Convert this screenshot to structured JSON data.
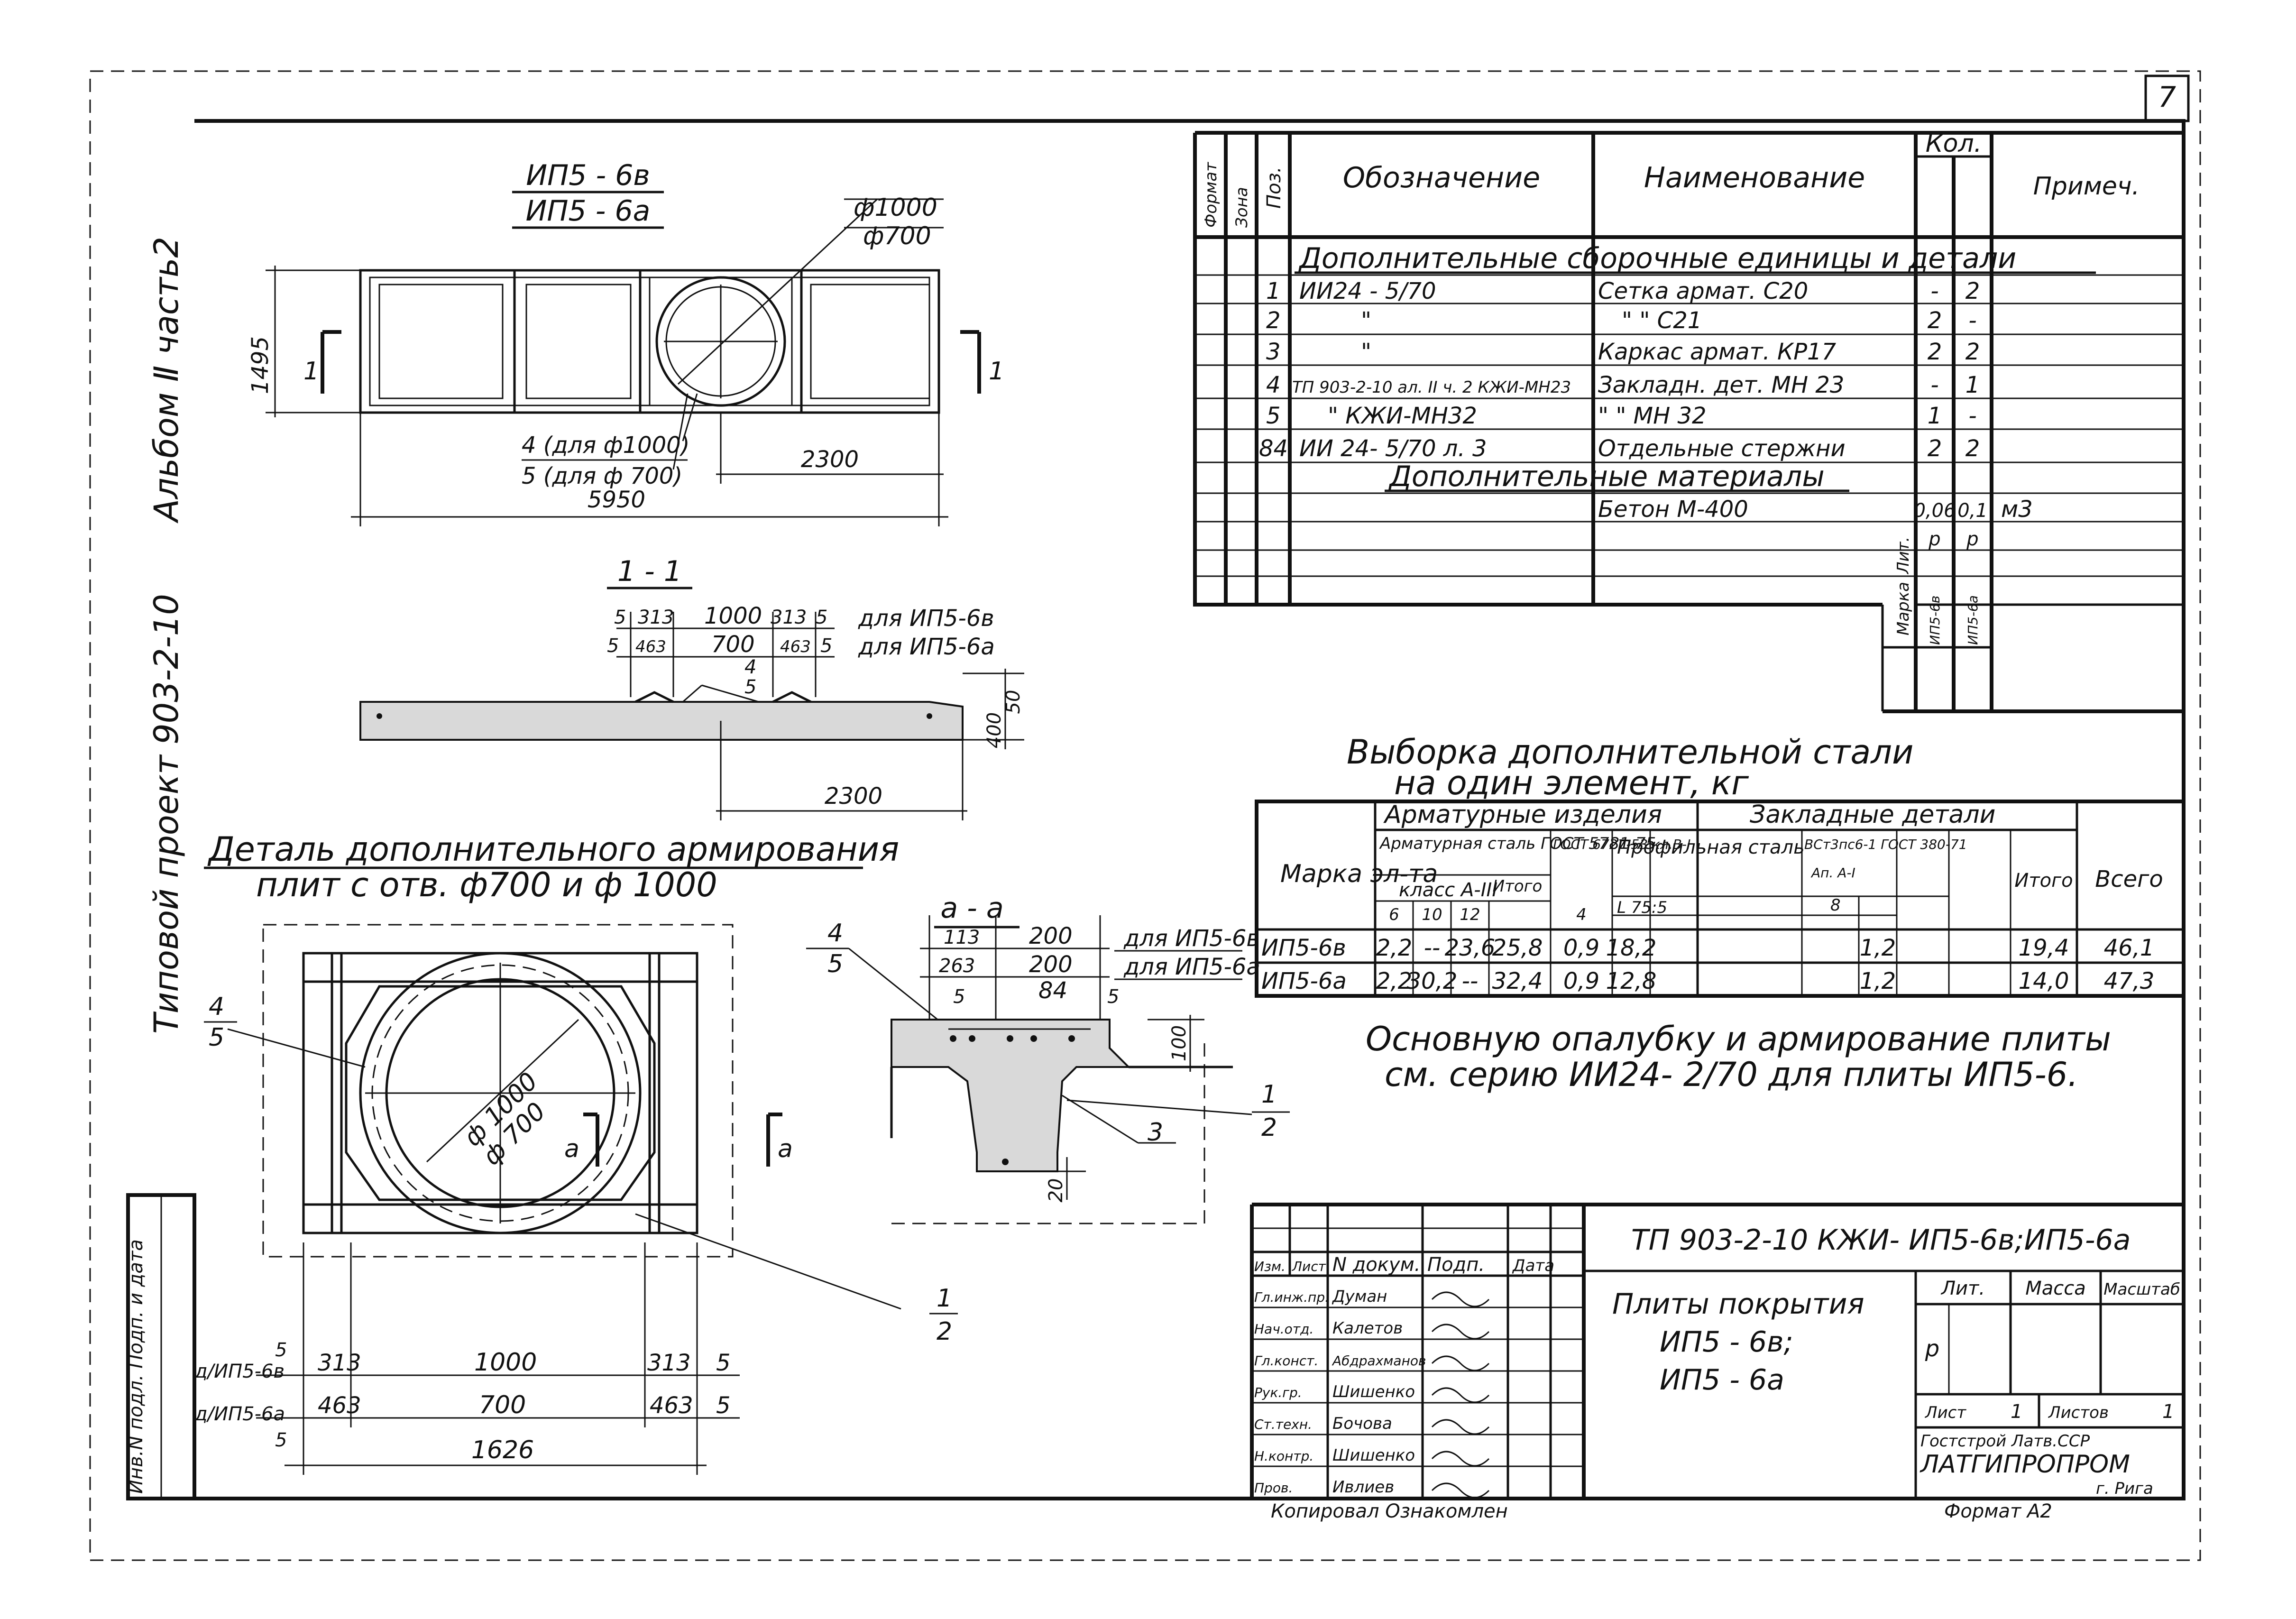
{
  "sheet_number": "7",
  "margin": {
    "album": "Альбом Ⅱ часть2",
    "project": "Типовой проект 903-2-10",
    "inv_stamp": "Инв.N подл. Подп. и дата"
  },
  "plan": {
    "title_top": "ИП5 - 6в",
    "title_bottom": "ИП5 - 6а",
    "dia1": "ф1000",
    "dia2": "ф700",
    "height_dim": "1495",
    "length_dim": "5950",
    "offset_dim": "2300",
    "note1": "4 (для ф1000)",
    "note2": "5 (для ф 700)",
    "cut_mark": "1"
  },
  "section11": {
    "title": "1 - 1",
    "dims_top": [
      "5",
      "313",
      "1000",
      "313",
      "5"
    ],
    "dims_bottom": [
      "5",
      "463",
      "700",
      "463",
      "5"
    ],
    "label_top": "для ИП5-6в",
    "label_bottom": "для ИП5-6а",
    "pos4": "4",
    "pos5": "5",
    "dim50": "50",
    "dim400": "400",
    "dim2300": "2300"
  },
  "detail": {
    "title1": "Деталь дополнительного армирования",
    "title2": "плит с отв. ф700 и ф 1000",
    "dia1000": "ф 1000",
    "dia700": "ф 700",
    "pos4": "4",
    "pos5": "5",
    "cut_a": "а",
    "cut_a2": "а",
    "pos1": "1",
    "pos2": "2",
    "row1_label": "д/ИП5-6в",
    "row2_label": "д/ИП5-6а",
    "row1_dims": [
      "313",
      "1000",
      "313",
      "5"
    ],
    "row2_dims": [
      "463",
      "700",
      "463",
      "5"
    ],
    "five_top": "5",
    "five_bot": "5",
    "total": "1626"
  },
  "sectionAA": {
    "title": "а - а",
    "d113": "113",
    "d200a": "200",
    "d263": "263",
    "d200b": "200",
    "label1": "для ИП5-6в",
    "label2": "для ИП5-6а",
    "d5a": "5",
    "d84": "84",
    "d5b": "5",
    "d100": "100",
    "d20": "20",
    "pos4": "4",
    "pos5": "5",
    "pos3": "3",
    "pos1": "1",
    "pos2": "2"
  },
  "spec": {
    "head": {
      "format": "Формат",
      "zone": "Зона",
      "pos": "Поз.",
      "designation": "Обозначение",
      "name": "Наименование",
      "qty": "Кол.",
      "note": "Примеч."
    },
    "section1": "Дополнительные сборочные единицы и детали",
    "rows": [
      {
        "pos": "1",
        "designation": "ИИ24 - 5/70",
        "name": "Сетка армат.  С20",
        "q1": "-",
        "q2": "2",
        "note": ""
      },
      {
        "pos": "2",
        "designation": "\"",
        "name": "\"    \"    С21",
        "q1": "2",
        "q2": "-",
        "note": ""
      },
      {
        "pos": "3",
        "designation": "\"",
        "name": "Каркас армат. КР17",
        "q1": "2",
        "q2": "2",
        "note": ""
      },
      {
        "pos": "4",
        "designation": "ТП 903-2-10 ал. II ч. 2  КЖИ-МН23",
        "name": "Закладн. дет. МН 23",
        "q1": "-",
        "q2": "1",
        "note": ""
      },
      {
        "pos": "5",
        "designation": "\"    КЖИ-МН32",
        "name": "\"     \"   МН 32",
        "q1": "1",
        "q2": "-",
        "note": ""
      },
      {
        "pos": "84",
        "designation": "ИИ 24- 5/70  л. 3",
        "name": "Отдельные стержни",
        "q1": "2",
        "q2": "2",
        "note": ""
      }
    ],
    "section2": "Дополнительные материалы",
    "material": {
      "name": "Бетон    М-400",
      "q1": "0,06",
      "q2": "0,1",
      "note": "м3"
    },
    "lit_label": "Лит.",
    "lit1": "р",
    "lit2": "р",
    "mark_label": "Марка",
    "mark1": "ИП5-6в",
    "mark2": "ИП5-6а"
  },
  "steel": {
    "title1": "Выборка дополнительной стали",
    "title2": "на один элемент, кг",
    "col_mark": "Марка эл-та",
    "grp1": "Арматурные изделия",
    "grp2": "Закладные детали",
    "sub_arm": "Арматурная сталь ГОСТ 5781-75",
    "sub_class": "класс А-III",
    "sub_a1": "6",
    "sub_a2": "10",
    "sub_a3": "12",
    "sub_itogo": "Итого",
    "sub_gost": "ГОСТ 6727-53 кл.В-I",
    "sub_b4": "4",
    "sub_prof": "Профильная сталь",
    "sub_L": "L 75:5",
    "sub_ak": "ВСт3пс6-1 ГОСТ 380-71",
    "sub_ak2": "Ап. А-I",
    "sub_ak3": "8",
    "col_itogo": "Итого",
    "col_total": "Всего",
    "rows": [
      {
        "mark": "ИП5-6в",
        "a6": "2,2",
        "a10": "--",
        "a12": "23,6",
        "itogo": "25,8",
        "b4": "0,9",
        "prof": "18,2",
        "ak": "1,2",
        "itogo2": "19,4",
        "total": "46,1"
      },
      {
        "mark": "ИП5-6а",
        "a6": "2,2",
        "a10": "30,2",
        "a12": "--",
        "itogo": "32,4",
        "b4": "0,9",
        "prof": "12,8",
        "ak": "1,2",
        "itogo2": "14,0",
        "total": "47,3"
      }
    ]
  },
  "note": {
    "line1": "Основную опалубку и армирование плиты",
    "line2": "см. серию ИИ24- 2/70 для плиты ИП5-6."
  },
  "title_block": {
    "code": "ТП 903-2-10    КЖИ- ИП5-6в;ИП5-6а",
    "h_izm": "Изм.",
    "h_list": "Лист",
    "h_doc": "N докум.",
    "h_sign": "Подп.",
    "h_date": "Дата",
    "roles": [
      "Гл.инж.пр.",
      "Нач.отд.",
      "Гл.конст.",
      "Рук.гр.",
      "Ст.техн.",
      "Н.контр.",
      "Пров."
    ],
    "names": [
      "Думан",
      "Калетов",
      "Абдрахманов",
      "Шишенко",
      "Бочова",
      "Шишенко",
      "Ивлиев"
    ],
    "dates": [
      "",
      "",
      "",
      "",
      "",
      "",
      ""
    ],
    "name1": "Плиты покрытия",
    "name2": "ИП5 - 6в;",
    "name3": "ИП5 - 6а",
    "lit_h": "Лит.",
    "mass_h": "Масса",
    "scale_h": "Масштаб",
    "lit_v": "р",
    "sheet_h": "Лист",
    "sheet_v": "1",
    "sheets_h": "Листов",
    "sheets_v": "1",
    "org1": "Гостстрой  Латв.ССР",
    "org2": "ЛАТГИПРОПРОМ",
    "org3": "г. Рига",
    "copied": "Копировал   Ознакомлен",
    "format": "Формат А2"
  }
}
